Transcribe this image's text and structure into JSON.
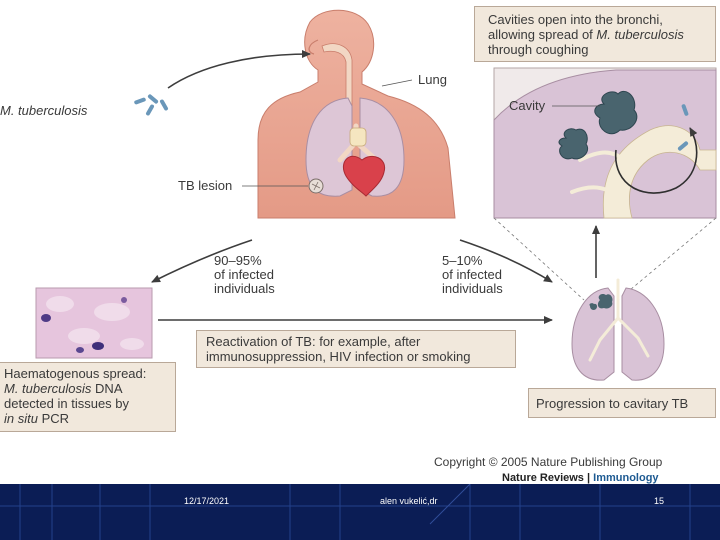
{
  "labels": {
    "mtb": "M. tuberculosis",
    "lung": "Lung",
    "tb_lesion": "TB lesion",
    "cavity": "Cavity"
  },
  "callouts": {
    "cavities": [
      "Cavities open into the bronchi,",
      "allowing spread of",
      "M. tuberculosis",
      "through coughing"
    ],
    "left_pct": [
      "90–95%",
      "of infected",
      "individuals"
    ],
    "right_pct": [
      "5–10%",
      "of infected",
      "individuals"
    ],
    "reactivation": [
      "Reactivation of TB: for example, after",
      "immunosuppression, HIV infection or smoking"
    ],
    "haem": [
      "Haematogenous spread:",
      "M. tuberculosis",
      "DNA",
      "detected in tissues by",
      "in situ",
      "PCR"
    ],
    "progression": "Progression to cavitary TB"
  },
  "copyright": {
    "line1": "Copyright © 2005 Nature Publishing Group",
    "journal_a": "Nature Reviews",
    "journal_b": "Immunology"
  },
  "footer": {
    "date": "12/17/2021",
    "author": "alen vukelić,dr",
    "page": "15"
  },
  "colors": {
    "footer_bg": "#0b1d55",
    "box_fill": "#f1e8dc",
    "skin": "#e8a594",
    "bacteria": "#6a97b9"
  }
}
